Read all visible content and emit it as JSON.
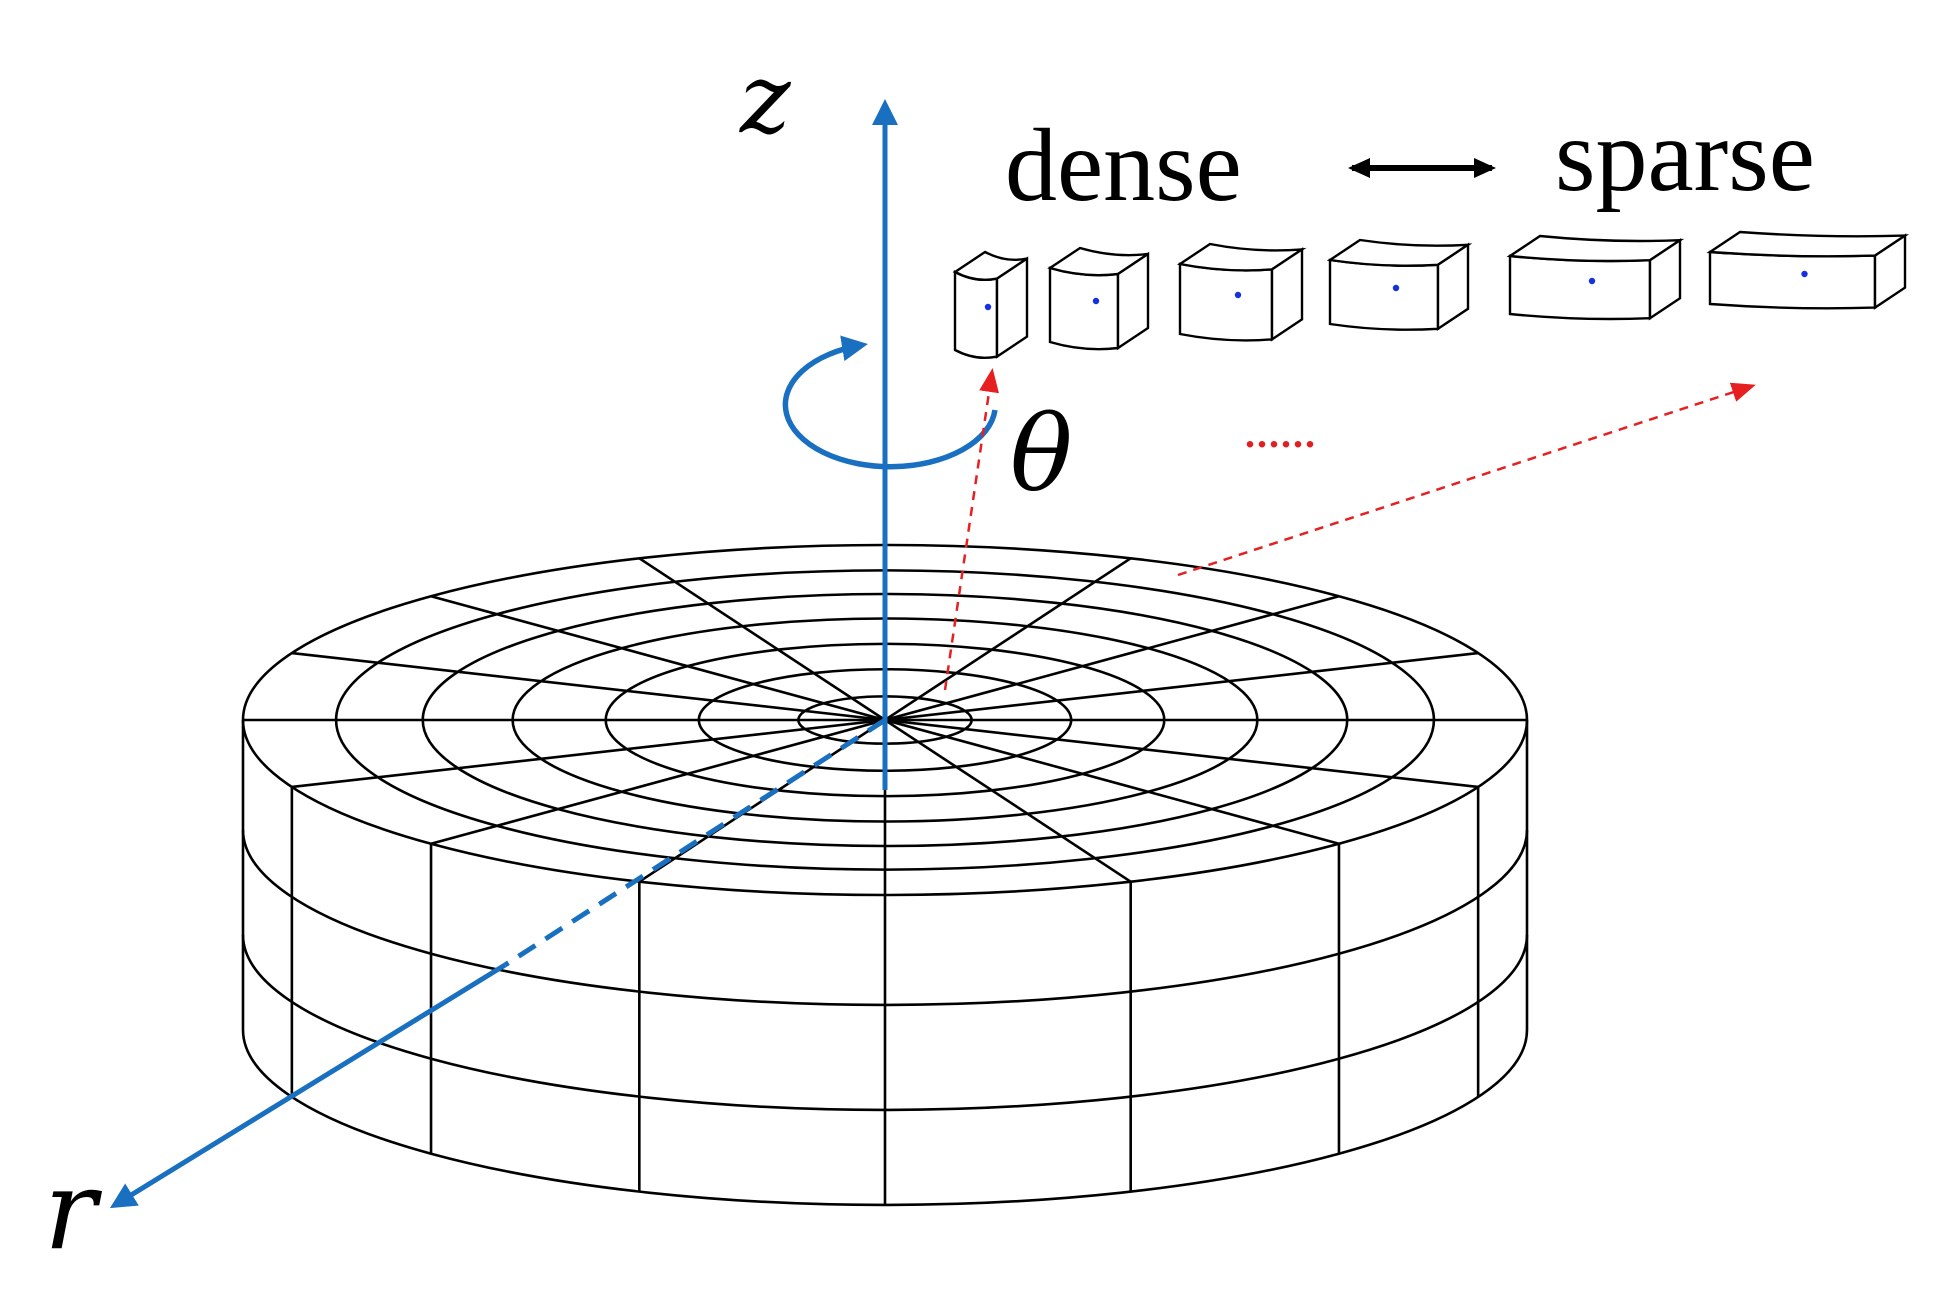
{
  "labels": {
    "z_axis": "z",
    "r_axis": "r",
    "theta": "θ",
    "dense": "dense",
    "sparse": "sparse",
    "ellipsis": "......"
  },
  "colors": {
    "axis": "#1a70c0",
    "mesh": "#000000",
    "pointer": "#e62020",
    "centroid": "#1530e0"
  },
  "icons": {
    "double_arrow": "double-headed-arrow",
    "rotation": "circular-rotation-arrow"
  },
  "mesh": {
    "rings": 7,
    "sectors": 16,
    "layers": 3
  },
  "element_strip": {
    "count": 6
  }
}
